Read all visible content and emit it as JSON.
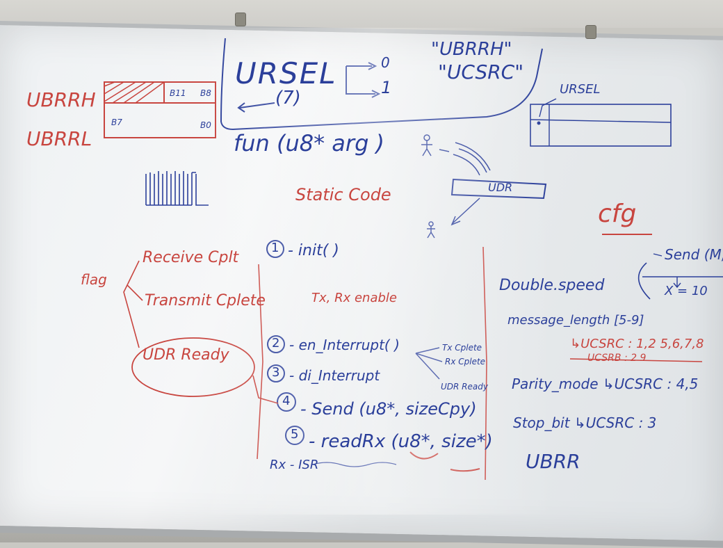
{
  "scene": {
    "description_colors": {
      "blue_marker": "#2b3f9a",
      "red_marker": "#c8453f",
      "board": "#f2f4f5"
    }
  },
  "top_box": {
    "ursel": "URSEL",
    "seven": "(7)",
    "zero": "0",
    "one": "1",
    "ubrrh_quote": "\"UBRRH\"",
    "ucsrc_quote": "\"UCSRC\""
  },
  "left_registers": {
    "ubrrh": "UBRRH",
    "ubrrl": "UBRRL",
    "b11": "B11",
    "b8": "B8",
    "b7": "B7",
    "b0": "B0"
  },
  "fn_signature": "fun (u8* arg )",
  "static_code": "Static Code",
  "udr_box": "UDR",
  "right_register": {
    "ursel": "URSEL"
  },
  "cfg": "cfg",
  "send_note": {
    "send": "Send (M,x",
    "x_eq": "X = 10"
  },
  "steps": {
    "s1_num": "1",
    "s1": "- init( )",
    "tx_rx": "Tx, Rx enable",
    "s2_num": "2",
    "s2": "- en_Interrupt( )",
    "s3_num": "3",
    "s3": "- di_Interrupt",
    "s4_num": "4",
    "s4": "- Send (u8*, sizeCpy)",
    "s5_num": "5",
    "s5": "- readRx (u8*, size*)",
    "rx_isr": "Rx - ISR"
  },
  "interrupt_branches": [
    "Tx Cplete",
    "Rx Cplete",
    "UDR Ready"
  ],
  "flags": {
    "flag": "flag",
    "receive": "Receive Cplt",
    "transmit": "Transmit Cplete",
    "udr_ready": "UDR Ready"
  },
  "right_notes": {
    "double_speed": "Double.speed",
    "message_length": "message_length [5-9]",
    "ucsrc_bits": "↳UCSRC : 1,2   5,6,7,8",
    "ucsrb_bits": "UCSRB : 2      9",
    "parity": "Parity_mode ↳UCSRC : 4,5",
    "stop_bit": "Stop_bit ↳UCSRC : 3",
    "ubrr": "UBRR"
  }
}
